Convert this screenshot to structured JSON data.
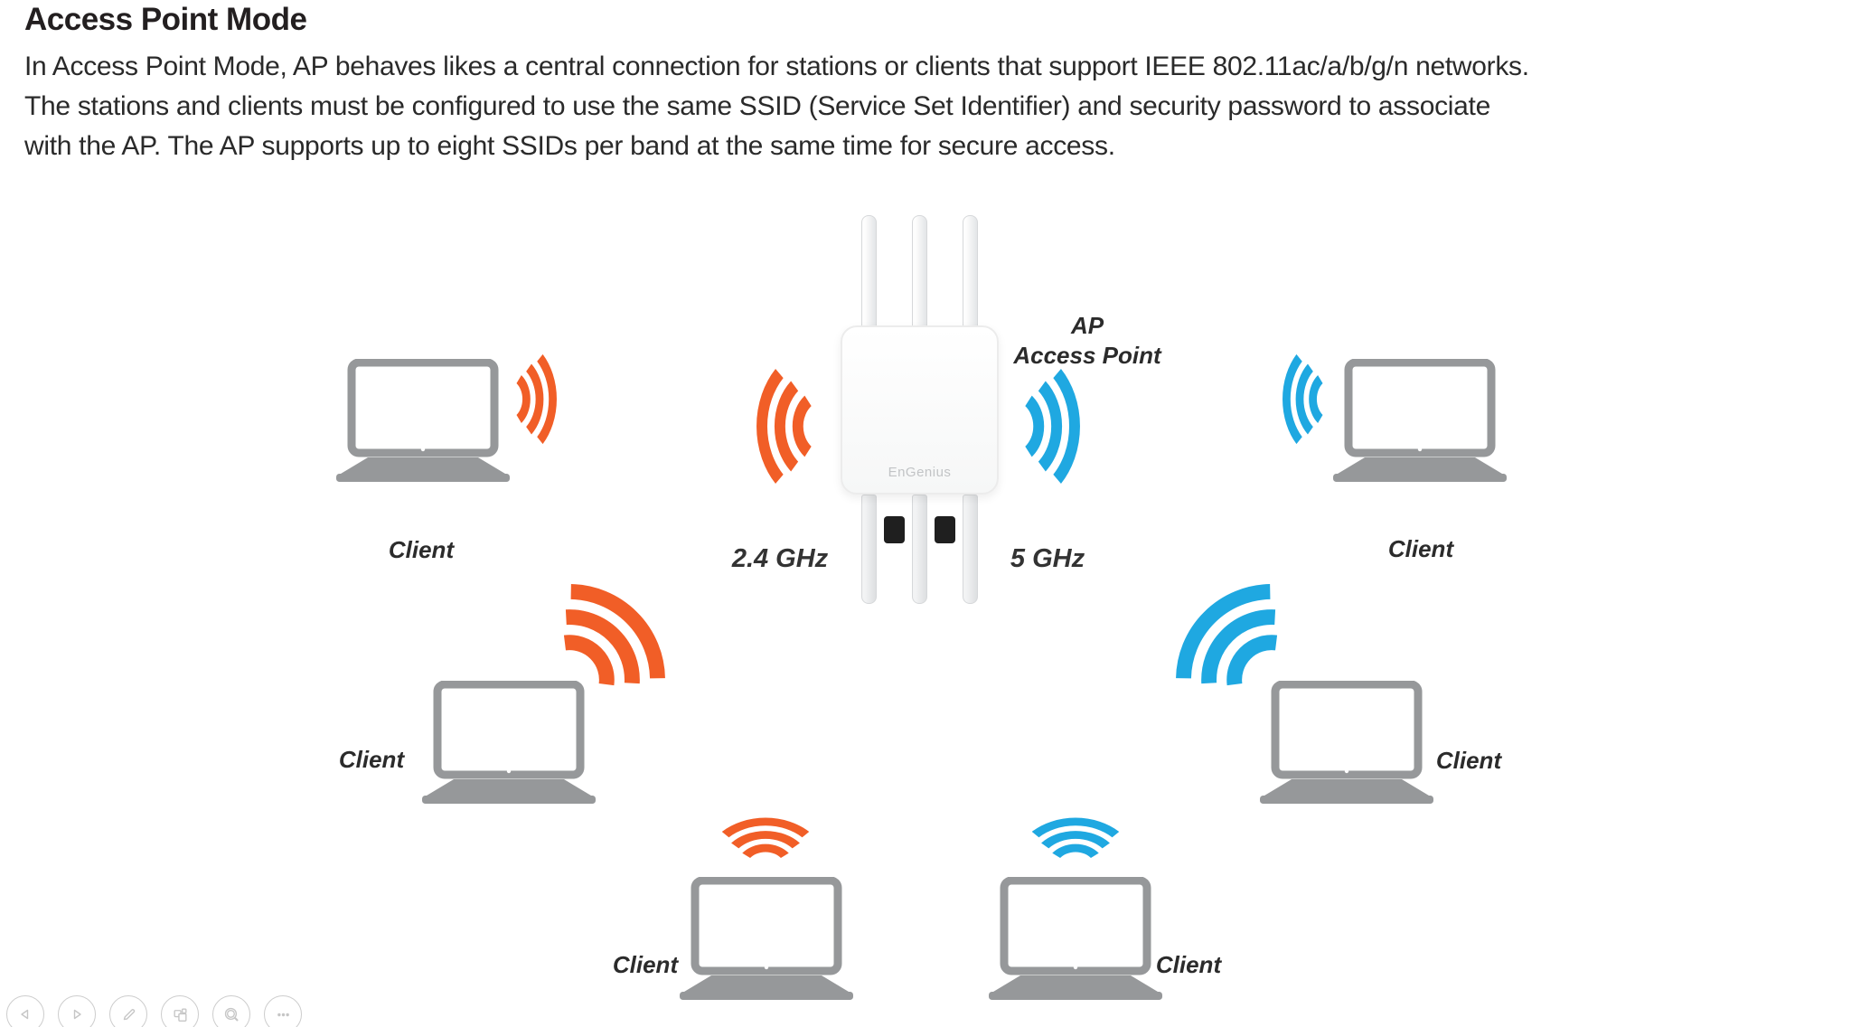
{
  "page": {
    "title": "Access Point Mode",
    "paragraph_lines": [
      "In Access Point Mode, AP behaves likes a central connection for stations or clients that support IEEE 802.11ac/a/b/g/n networks.",
      "The stations and clients must be configured to use the same SSID (Service Set Identifier) and security password to associate",
      "with the AP. The AP supports up to eight SSIDs per band at the same time for secure access."
    ]
  },
  "diagram": {
    "ap": {
      "label_top": "AP",
      "label_bottom": "Access Point",
      "brand": "EnGenius",
      "band_left_label": "2.4 GHz",
      "band_right_label": "5 GHz"
    },
    "clients": [
      {
        "id": "top-left",
        "label": "Client",
        "signal_color": "#F15E27"
      },
      {
        "id": "top-right",
        "label": "Client",
        "signal_color": "#1FA8E1"
      },
      {
        "id": "mid-left",
        "label": "Client",
        "signal_color": "#F15E27"
      },
      {
        "id": "mid-right",
        "label": "Client",
        "signal_color": "#1FA8E1"
      },
      {
        "id": "bottom-left",
        "label": "Client",
        "signal_color": "#F15E27"
      },
      {
        "id": "bottom-right",
        "label": "Client",
        "signal_color": "#1FA8E1"
      }
    ],
    "colors": {
      "orange": "#F15E27",
      "blue": "#1FA8E1"
    }
  },
  "toolbar": {
    "buttons": [
      {
        "icon": "chevron-left-icon"
      },
      {
        "icon": "chevron-right-icon"
      },
      {
        "icon": "pencil-icon"
      },
      {
        "icon": "pages-icon"
      },
      {
        "icon": "magnifier-icon"
      },
      {
        "icon": "ellipsis-icon"
      }
    ]
  }
}
